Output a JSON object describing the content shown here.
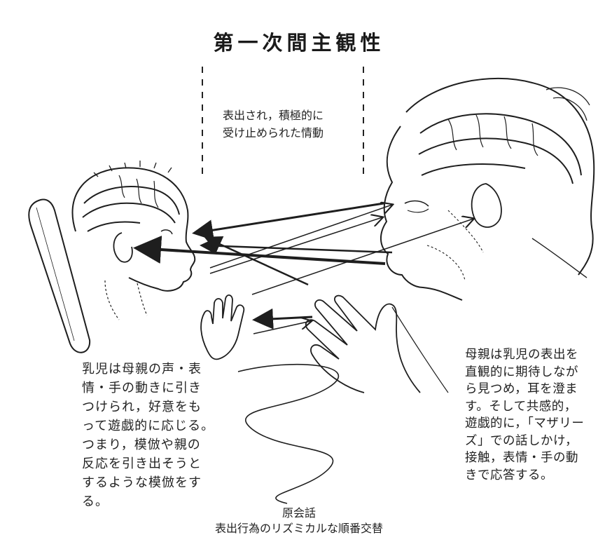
{
  "title": "第一次間主観性",
  "center_note": {
    "line1": "表出され，積極的に",
    "line2": "受け止められた情動"
  },
  "infant_note": {
    "lines": [
      "乳児は母親の声・表",
      "情・手の動きに引き",
      "つけられ，好意をも",
      "って遊戯的に応じる。",
      "つまり，模倣や親の",
      "反応を引き出そうと",
      "するような模倣をす",
      "る。"
    ]
  },
  "mother_note": {
    "lines": [
      "母親は乳児の表出を",
      "直観的に期待しなが",
      "ら見つめ，耳を澄ま",
      "す。そして共感的，",
      "遊戯的に，「マザリー",
      "ズ」での話しかけ，",
      "接触，表情・手の動",
      "きで応答する。"
    ]
  },
  "caption": {
    "line1": "原会話",
    "line2": "表出行為のリズミカルな順番交替"
  },
  "colors": {
    "ink": "#1e1e1e",
    "background": "#ffffff"
  }
}
